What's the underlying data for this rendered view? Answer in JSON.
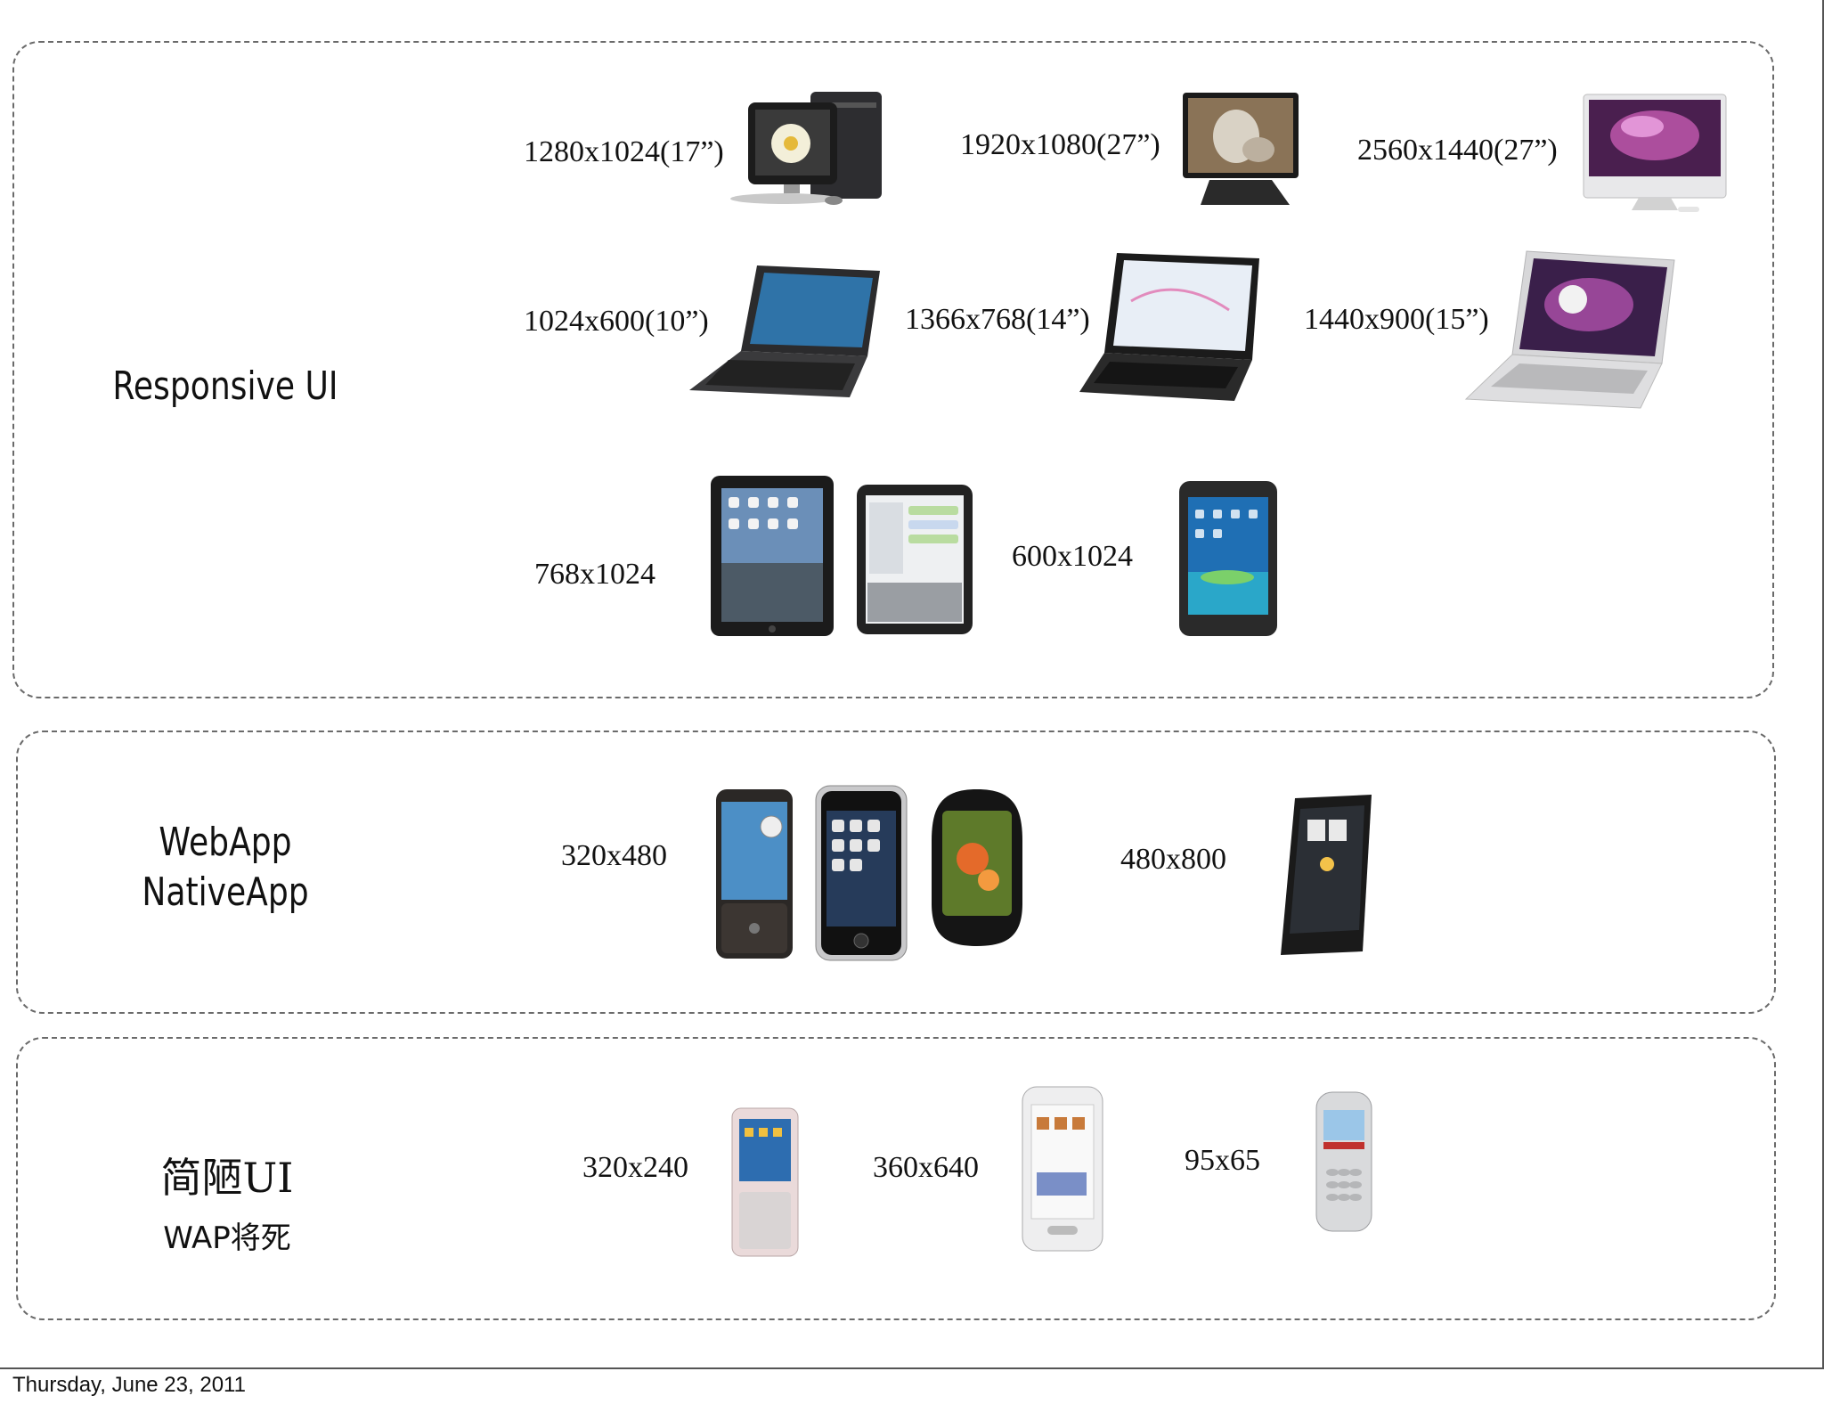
{
  "groups": {
    "responsive": {
      "label": "Responsive UI",
      "resolutions": {
        "r1280": "1280x1024(17”)",
        "r1920": "1920x1080(27”)",
        "r2560": "2560x1440(27”)",
        "r1024": "1024x600(10”)",
        "r1366": "1366x768(14”)",
        "r1440": "1440x900(15”)",
        "r768": "768x1024",
        "r600": "600x1024"
      }
    },
    "app": {
      "label_line1": "WebApp",
      "label_line2": "NativeApp",
      "resolutions": {
        "r320x480": "320x480",
        "r480x800": "480x800"
      }
    },
    "simple": {
      "label": "简陋UI",
      "sublabel": "WAP将死",
      "resolutions": {
        "r320x240": "320x240",
        "r360x640": "360x640",
        "r95x65": "95x65"
      }
    }
  },
  "footer": {
    "date": "Thursday, June 23, 2011"
  }
}
